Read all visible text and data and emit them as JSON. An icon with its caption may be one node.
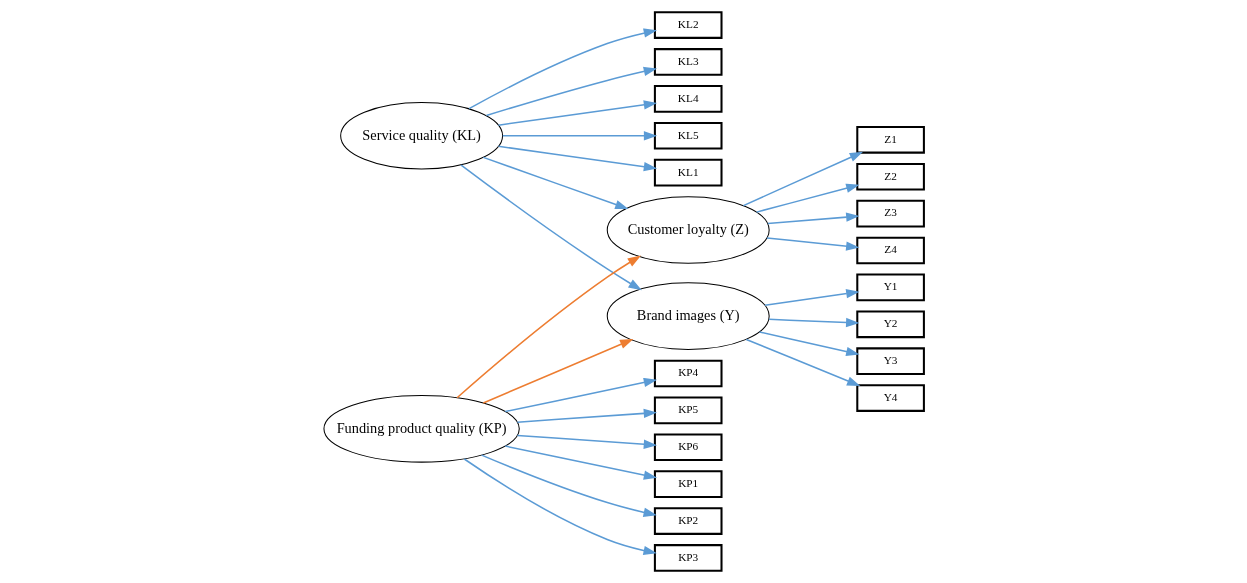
{
  "diagram": {
    "nodes": [
      {
        "text": [
          "KL1"
        ]
      },
      {
        "text": [
          "KL2"
        ]
      },
      {
        "text": [
          "KL3"
        ]
      },
      {
        "text": [
          "KL4"
        ]
      },
      {
        "text": [
          "KL5"
        ]
      },
      {
        "text": [
          "Service quality (KL)"
        ]
      },
      {
        "text": [
          "Brand images (Y)"
        ]
      },
      {
        "text": [
          "Y1"
        ]
      },
      {
        "text": [
          "Y2"
        ]
      },
      {
        "text": [
          "Y3"
        ]
      },
      {
        "text": [
          "Y4"
        ]
      },
      {
        "text": [
          "Funding product quality (KP)"
        ]
      },
      {
        "text": [
          "Customer loyalty (Z)"
        ]
      },
      {
        "text": [
          "Z1"
        ]
      },
      {
        "text": [
          "Z2"
        ]
      },
      {
        "text": [
          "Z3"
        ]
      },
      {
        "text": [
          "Z4"
        ]
      },
      {
        "text": [
          "KP1"
        ]
      },
      {
        "text": [
          "KP2"
        ]
      },
      {
        "text": [
          "KP3"
        ]
      },
      {
        "text": [
          "KP4"
        ]
      },
      {
        "text": [
          "KP5"
        ]
      },
      {
        "text": [
          "KP6"
        ]
      }
    ],
    "edges": [
      {
        "from": 5,
        "to": 0,
        "arrow": "to"
      },
      {
        "from": 5,
        "to": 1,
        "arrow": "to"
      },
      {
        "from": 5,
        "to": 2,
        "arrow": "to"
      },
      {
        "from": 5,
        "to": 3,
        "arrow": "to"
      },
      {
        "from": 5,
        "to": 4,
        "arrow": "to"
      },
      {
        "from": 5,
        "to": 6,
        "arrow": "to"
      },
      {
        "from": 5,
        "to": 12,
        "arrow": "to"
      },
      {
        "from": 11,
        "to": 6,
        "arrow": "to",
        "color": "#ed7d31"
      },
      {
        "from": 11,
        "to": 12,
        "arrow": "to",
        "color": "#ed7d31"
      },
      {
        "from": 6,
        "to": 7,
        "arrow": "to"
      },
      {
        "from": 6,
        "to": 8,
        "arrow": "to"
      },
      {
        "from": 6,
        "to": 9,
        "arrow": "to"
      },
      {
        "from": 6,
        "to": 10,
        "arrow": "to"
      },
      {
        "from": 12,
        "to": 13,
        "arrow": "to"
      },
      {
        "from": 12,
        "to": 14,
        "arrow": "to"
      },
      {
        "from": 12,
        "to": 15,
        "arrow": "to"
      },
      {
        "from": 12,
        "to": 16,
        "arrow": "to"
      },
      {
        "from": 11,
        "to": 17,
        "arrow": "to"
      },
      {
        "from": 11,
        "to": 18,
        "arrow": "to"
      },
      {
        "from": 11,
        "to": 19,
        "arrow": "to"
      },
      {
        "from": 11,
        "to": 20,
        "arrow": "to"
      },
      {
        "from": 11,
        "to": 21,
        "arrow": "to"
      },
      {
        "from": 11,
        "to": 22,
        "arrow": "to"
      }
    ]
  }
}
